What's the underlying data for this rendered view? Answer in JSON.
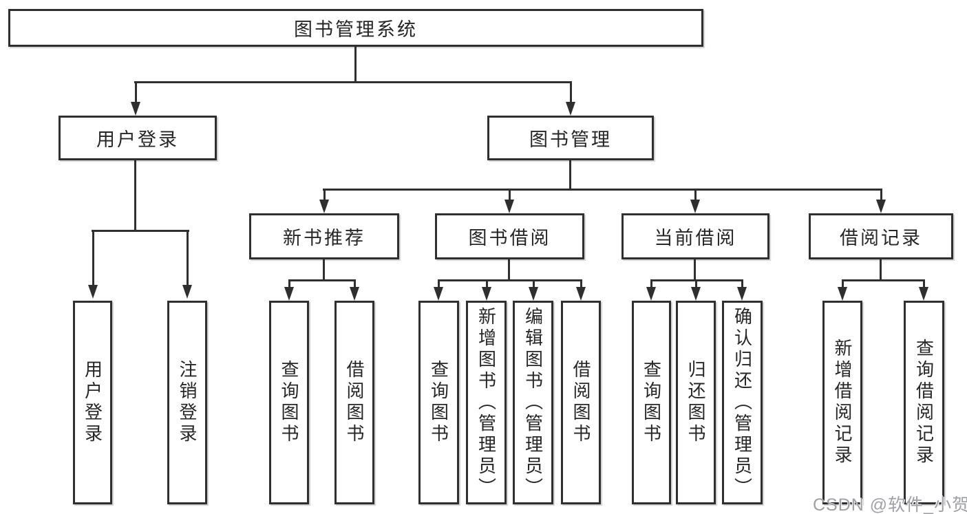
{
  "diagram": {
    "root": {
      "label": "图书管理系统"
    },
    "branches": [
      {
        "label": "用户登录",
        "children": [
          {
            "label": "用户登录"
          },
          {
            "label": "注销登录"
          }
        ]
      },
      {
        "label": "图书管理",
        "children": [
          {
            "label": "新书推荐",
            "children": [
              {
                "label": "查询图书"
              },
              {
                "label": "借阅图书"
              }
            ]
          },
          {
            "label": "图书借阅",
            "children": [
              {
                "label": "查询图书"
              },
              {
                "label": "新增图书（管理员）"
              },
              {
                "label": "编辑图书（管理员）"
              },
              {
                "label": "借阅图书"
              }
            ]
          },
          {
            "label": "当前借阅",
            "children": [
              {
                "label": "查询图书"
              },
              {
                "label": "归还图书"
              },
              {
                "label": "确认归还（管理员）"
              }
            ]
          },
          {
            "label": "借阅记录",
            "children": [
              {
                "label": "新增借阅记录"
              },
              {
                "label": "查询借阅记录"
              }
            ]
          }
        ]
      }
    ]
  },
  "watermark": {
    "text": "CSDN @软件_小贺同学"
  },
  "colors": {
    "line": "#2f2f2f",
    "text": "#262626",
    "background": "#ffffff",
    "watermark": "#9fa0a6"
  }
}
